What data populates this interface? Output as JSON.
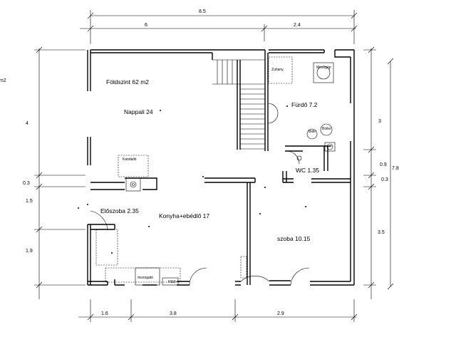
{
  "dimensions": {
    "top_total": "8.5",
    "top_left": "6",
    "top_right": "2.4",
    "bottom_1": "1.6",
    "bottom_2": "3.8",
    "bottom_3": "2.9",
    "left_1": "4",
    "left_2": "0.3",
    "left_3": "1.5",
    "left_4": "1.9",
    "right_1": "3",
    "right_2": "0.9",
    "right_3": "0.3",
    "right_4": "3.5",
    "right_total": "7.8",
    "cut_left": "m2"
  },
  "rooms": {
    "floor_label": "Földszint 62 m2",
    "living": "Nappali 24",
    "bathroom": "Fürdő 7.2",
    "wc": "WC 1.35",
    "hall": "Előszoba 2.35",
    "kitchen": "Konyha+ebédlő 17",
    "room": "szoba 10.15"
  },
  "fixtures": {
    "shower": "Zuhany",
    "washer": "Mosógép",
    "bidet": "Bide",
    "boiler": "Boiler",
    "fireplace": "Kandalló",
    "sink": "mosogató",
    "fridge": "Hűtő"
  }
}
